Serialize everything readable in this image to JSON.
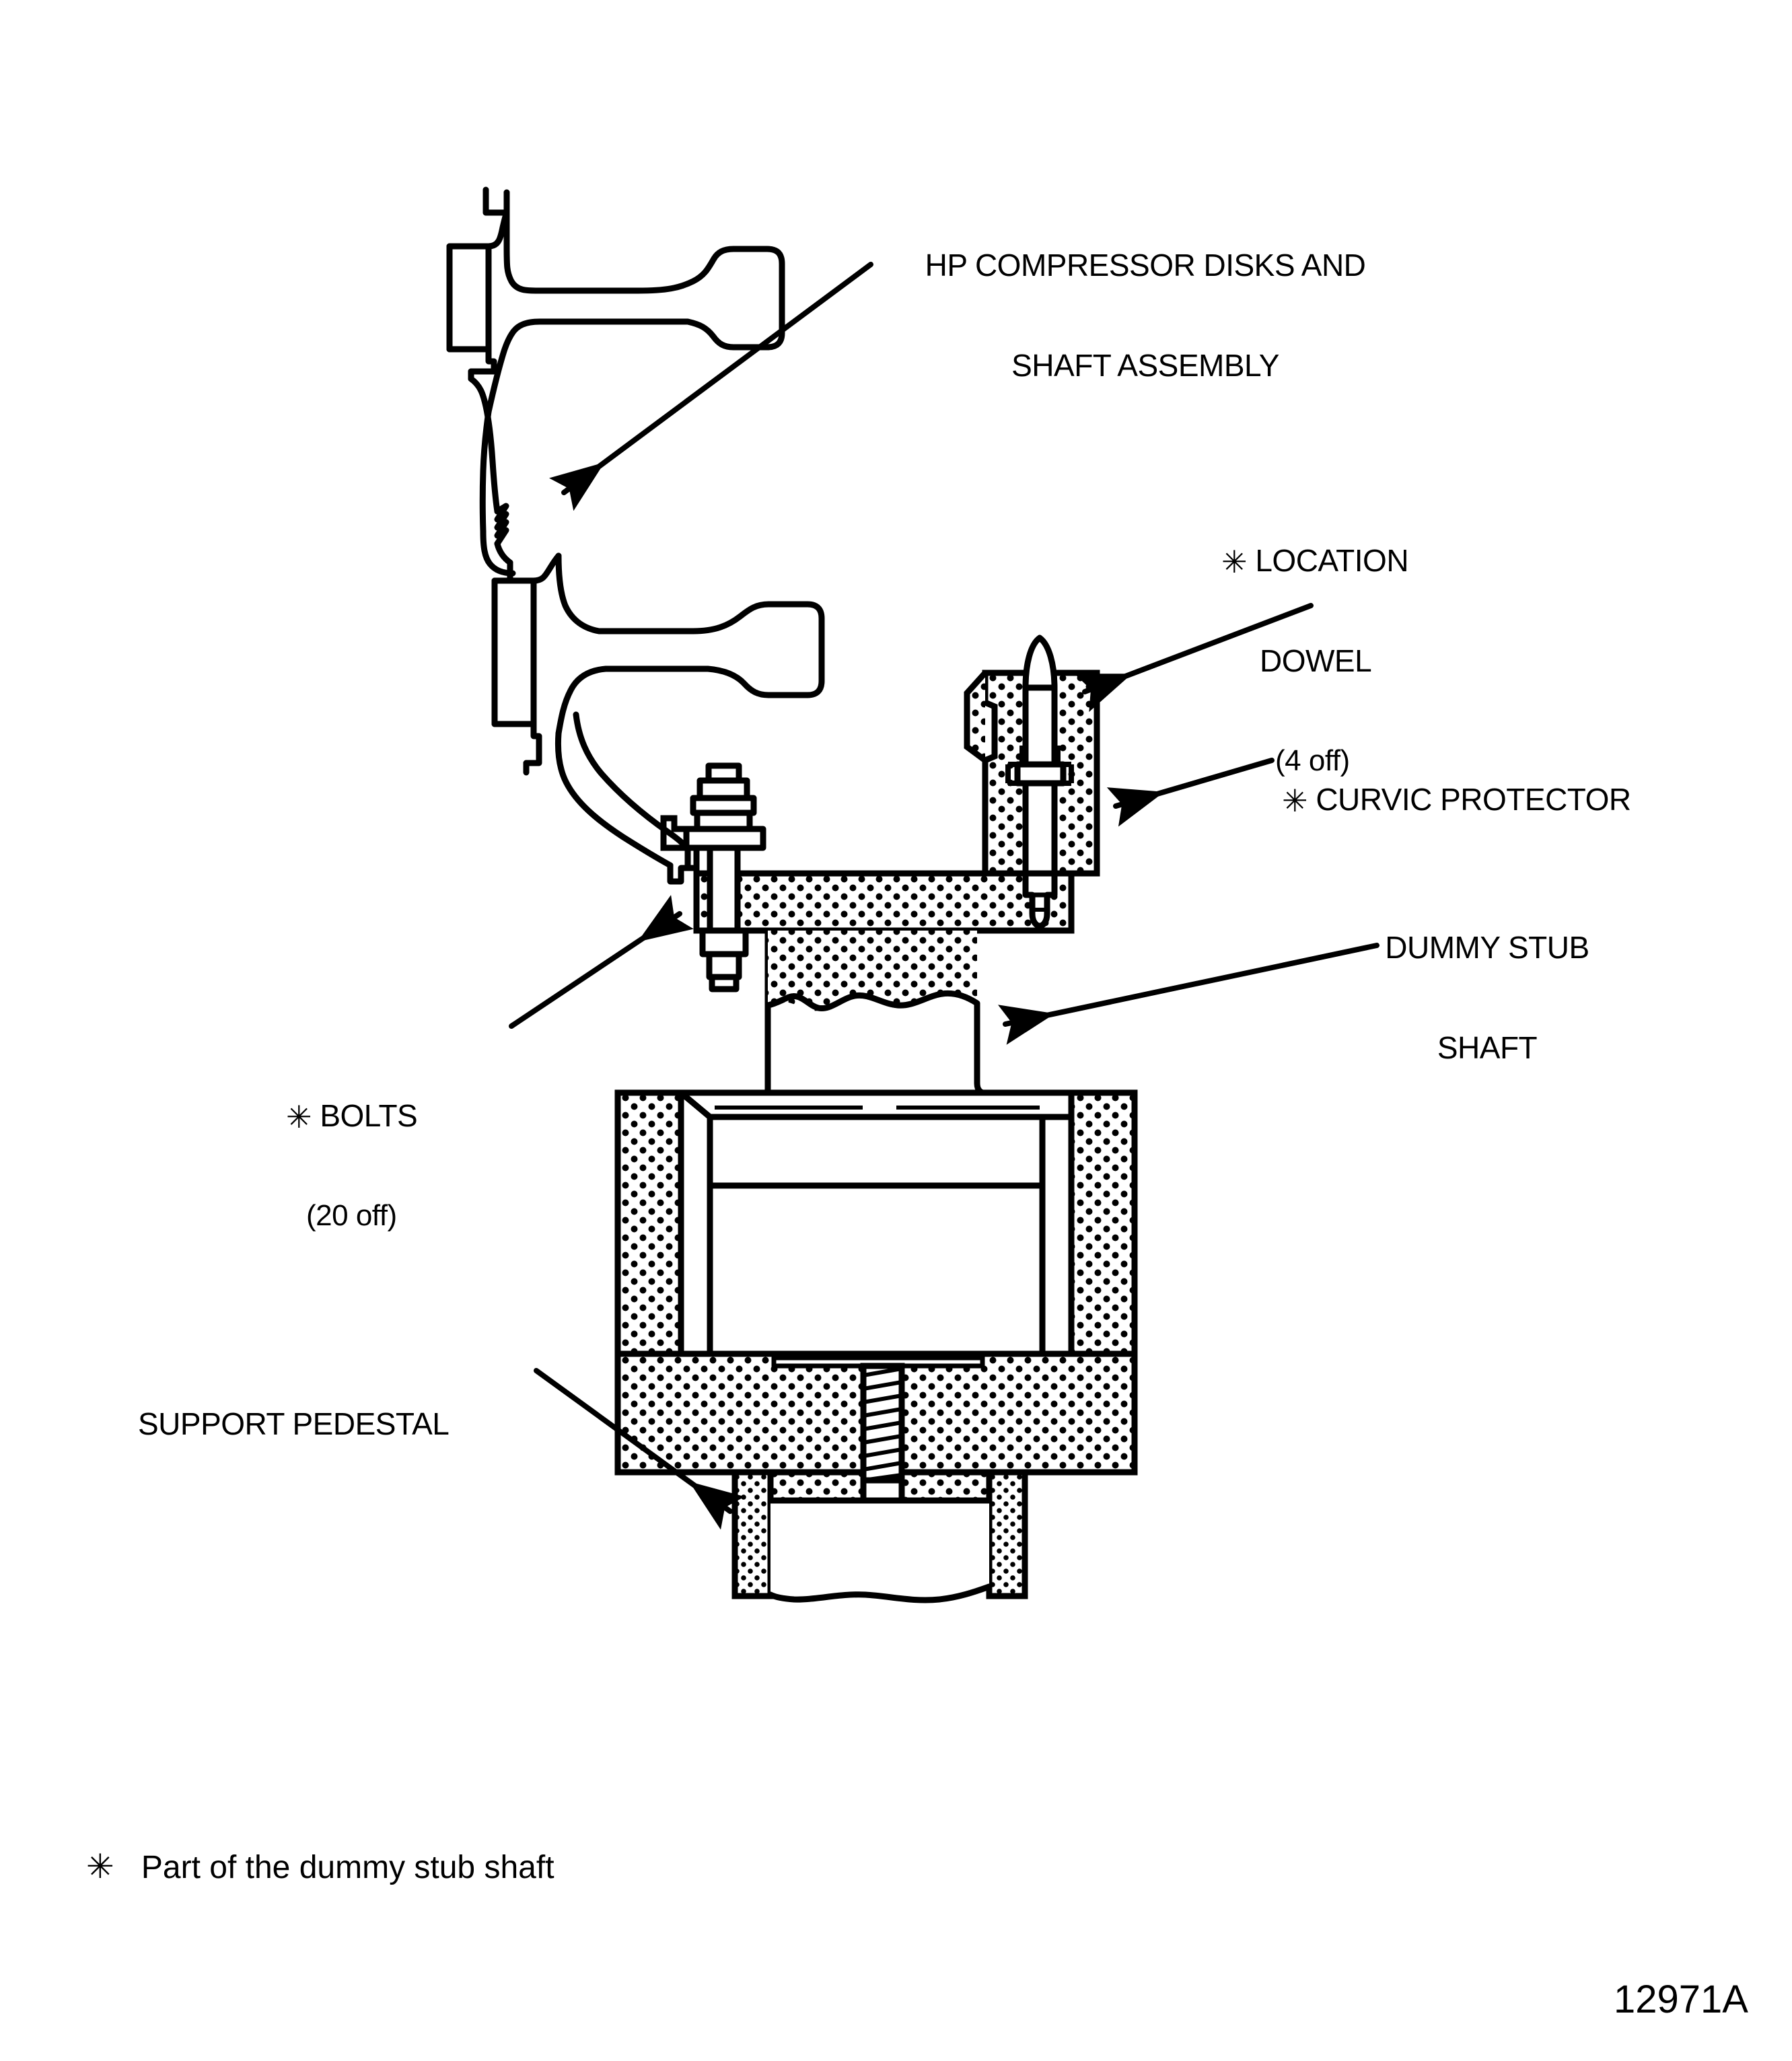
{
  "figure": {
    "title": "HP Compressor Disks and Shaft Assembly mounted on Support Pedestal",
    "reference_code": "12971A",
    "background_color": "#ffffff",
    "line_color": "#000000"
  },
  "callouts": {
    "hp_compressor": {
      "line1": "HP COMPRESSOR DISKS AND",
      "line2": "SHAFT ASSEMBLY"
    },
    "location_dowel": {
      "marker": "✳",
      "line1": "LOCATION",
      "line2": "DOWEL",
      "line3": "(4 off)"
    },
    "curvic_protector": {
      "marker": "✳",
      "line1": "CURVIC PROTECTOR"
    },
    "dummy_stub_shaft": {
      "line1": "DUMMY STUB",
      "line2": "SHAFT"
    },
    "bolts": {
      "marker": "✳",
      "line1": "BOLTS",
      "line2": "(20 off)"
    },
    "support_pedestal": {
      "line1": "SUPPORT PEDESTAL"
    }
  },
  "footnote": {
    "marker": "✳",
    "text": "Part of the dummy stub shaft"
  },
  "parts": [
    {
      "id": "hp-compressor-disks",
      "name": "HP compressor disks and shaft assembly",
      "hatched": false
    },
    {
      "id": "location-dowel",
      "name": "Location dowel",
      "quantity": "4 off",
      "hatched": false
    },
    {
      "id": "curvic-protector",
      "name": "Curvic protector",
      "hatched": true
    },
    {
      "id": "bolts",
      "name": "Bolts",
      "quantity": "20 off",
      "hatched": false
    },
    {
      "id": "dummy-stub-shaft",
      "name": "Dummy stub shaft",
      "hatched": true
    },
    {
      "id": "support-pedestal",
      "name": "Support pedestal",
      "hatched": true
    }
  ]
}
